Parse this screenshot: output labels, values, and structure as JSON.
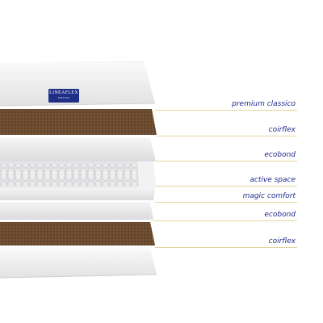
{
  "product": {
    "brand_label": "LINEAFLEX",
    "brand_sub": "BRAND",
    "layers": [
      {
        "label": "premium classico"
      },
      {
        "label": "coirflex"
      },
      {
        "label": "ecobond"
      },
      {
        "label": "active space"
      },
      {
        "label": "magic comfort"
      },
      {
        "label": "ecobond"
      },
      {
        "label": "coirflex"
      }
    ]
  },
  "colors": {
    "label_text": "#1f2a8a",
    "leader_line": "#e6d39a",
    "coir": "#6b4a2f",
    "foam": "#ededee",
    "fabric": "#f4f4f4",
    "badge": "#1f2f86"
  }
}
